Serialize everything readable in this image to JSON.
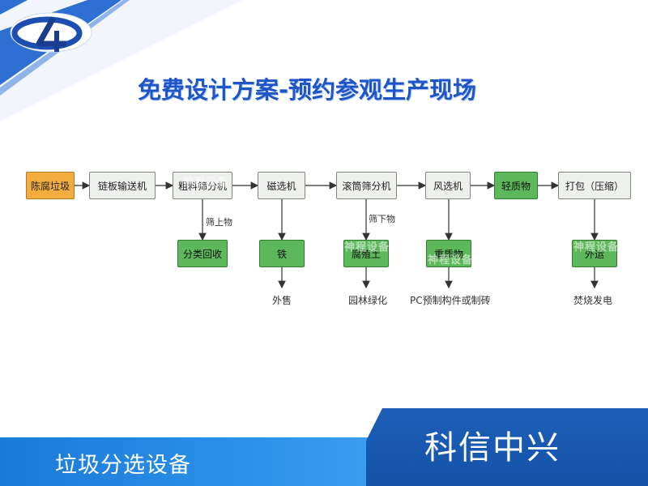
{
  "header": {
    "headline": "免费设计方案-预约参观生产现场"
  },
  "flow": {
    "main": [
      "陈腐垃圾",
      "链板输送机",
      "粗料筛分机",
      "磁选机",
      "滚筒筛分机",
      "风选机",
      "轻质物",
      "打包（压缩）"
    ],
    "branch_labels": [
      "筛上物",
      "筛下物"
    ],
    "outputs": [
      "分类回收",
      "铁",
      "腐殖土",
      "重质物",
      "外运"
    ],
    "end_labels": [
      "外售",
      "园林绿化",
      "PC预制构件或制砖",
      "焚烧发电"
    ],
    "watermark": "神程设备"
  },
  "footer": {
    "left_title": "垃圾分选设备",
    "right_title": "科信中兴"
  },
  "colors": {
    "accent_blue": "#1e56c8",
    "node_orange": "#f3ad3e",
    "node_green": "#5cb85a",
    "node_gray": "#eef0ed"
  }
}
